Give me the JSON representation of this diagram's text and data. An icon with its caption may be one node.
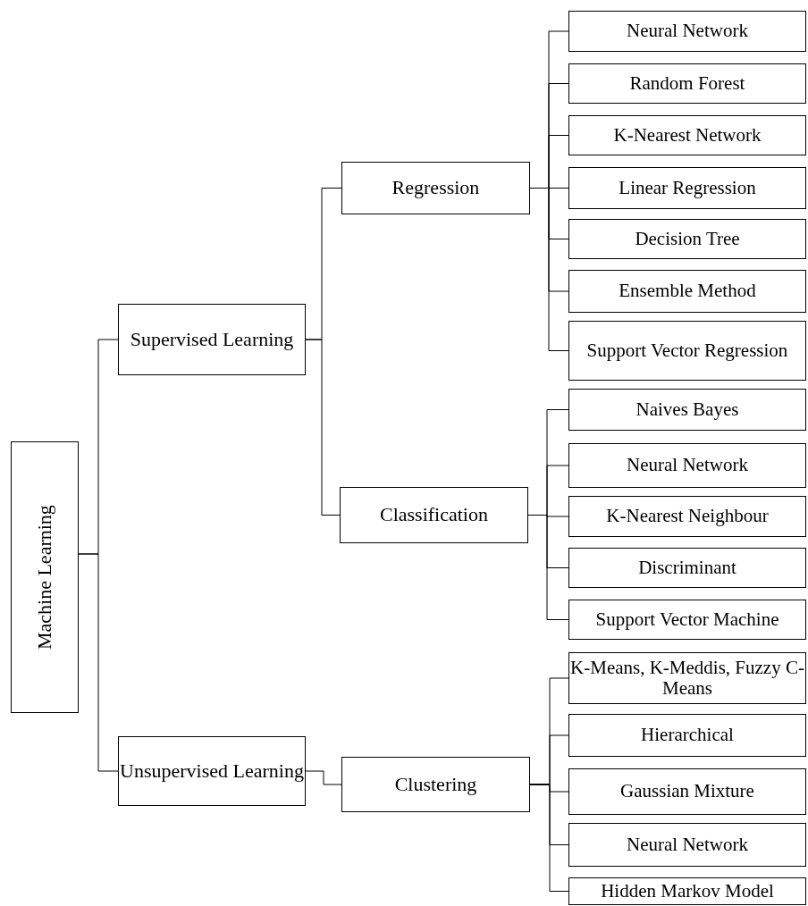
{
  "diagram": {
    "nodes": [
      {
        "text": [
          "Machine Learning"
        ]
      },
      {
        "text": [
          "Supervised Learning"
        ]
      },
      {
        "text": [
          "Unsupervised Learning"
        ]
      },
      {
        "text": [
          "Regression"
        ]
      },
      {
        "text": [
          "Classification"
        ]
      },
      {
        "text": [
          "Clustering"
        ]
      },
      {
        "text": [
          "Neural Network"
        ]
      },
      {
        "text": [
          "Random Forest"
        ]
      },
      {
        "text": [
          "K-Nearest Network"
        ]
      },
      {
        "text": [
          "Linear Regression"
        ]
      },
      {
        "text": [
          "Decision Tree"
        ]
      },
      {
        "text": [
          "Ensemble Method"
        ]
      },
      {
        "text": [
          "Support Vector Regression"
        ]
      },
      {
        "text": [
          "Naives Bayes"
        ]
      },
      {
        "text": [
          "Neural Network"
        ]
      },
      {
        "text": [
          "K-Nearest Neighbour"
        ]
      },
      {
        "text": [
          "Discriminant"
        ]
      },
      {
        "text": [
          "Support Vector Machine"
        ]
      },
      {
        "text": [
          "K-Means, K-Meddis, Fuzzy C-Means"
        ]
      },
      {
        "text": [
          "Hierarchical"
        ]
      },
      {
        "text": [
          "Gaussian Mixture"
        ]
      },
      {
        "text": [
          "Neural Network"
        ]
      },
      {
        "text": [
          "Hidden Markov Model"
        ]
      }
    ],
    "edges": [
      {
        "from": 0,
        "to": 1,
        "arrow": "none"
      },
      {
        "from": 0,
        "to": 2,
        "arrow": "none"
      },
      {
        "from": 1,
        "to": 3,
        "arrow": "none"
      },
      {
        "from": 1,
        "to": 4,
        "arrow": "none"
      },
      {
        "from": 2,
        "to": 5,
        "arrow": "none"
      },
      {
        "from": 3,
        "to": 6,
        "arrow": "none"
      },
      {
        "from": 3,
        "to": 7,
        "arrow": "none"
      },
      {
        "from": 3,
        "to": 8,
        "arrow": "none"
      },
      {
        "from": 3,
        "to": 9,
        "arrow": "none"
      },
      {
        "from": 3,
        "to": 10,
        "arrow": "none"
      },
      {
        "from": 3,
        "to": 11,
        "arrow": "none"
      },
      {
        "from": 3,
        "to": 12,
        "arrow": "none"
      },
      {
        "from": 4,
        "to": 13,
        "arrow": "none"
      },
      {
        "from": 4,
        "to": 14,
        "arrow": "none"
      },
      {
        "from": 4,
        "to": 15,
        "arrow": "none"
      },
      {
        "from": 4,
        "to": 16,
        "arrow": "none"
      },
      {
        "from": 4,
        "to": 17,
        "arrow": "none"
      },
      {
        "from": 5,
        "to": 18,
        "arrow": "none"
      },
      {
        "from": 5,
        "to": 19,
        "arrow": "none"
      },
      {
        "from": 5,
        "to": 20,
        "arrow": "none"
      },
      {
        "from": 5,
        "to": 21,
        "arrow": "none"
      },
      {
        "from": 5,
        "to": 22,
        "arrow": "none"
      }
    ]
  }
}
